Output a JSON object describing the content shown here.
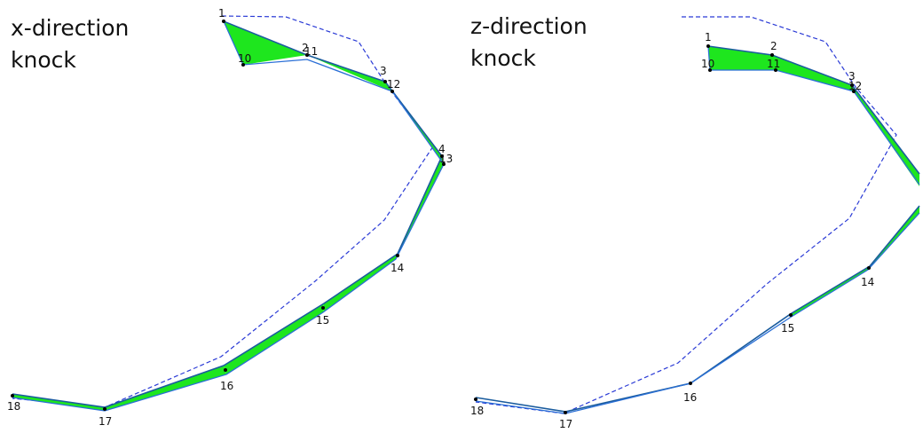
{
  "panels": [
    {
      "title_line1": "x-direction",
      "title_line2": "knock",
      "labels": [
        "1",
        "2",
        "3",
        "4",
        "10",
        "11",
        "12",
        "13",
        "14",
        "15",
        "16",
        "17",
        "18"
      ]
    },
    {
      "title_line1": "z-direction",
      "title_line2": "knock",
      "labels": [
        "1",
        "2",
        "3",
        "10",
        "11",
        "12",
        "14",
        "15",
        "16",
        "17",
        "18"
      ]
    }
  ],
  "colors": {
    "dashed_outline": "#2b3bd6",
    "deformed_fill": "#1ee61e",
    "solid_line": "#1a5c9e"
  }
}
